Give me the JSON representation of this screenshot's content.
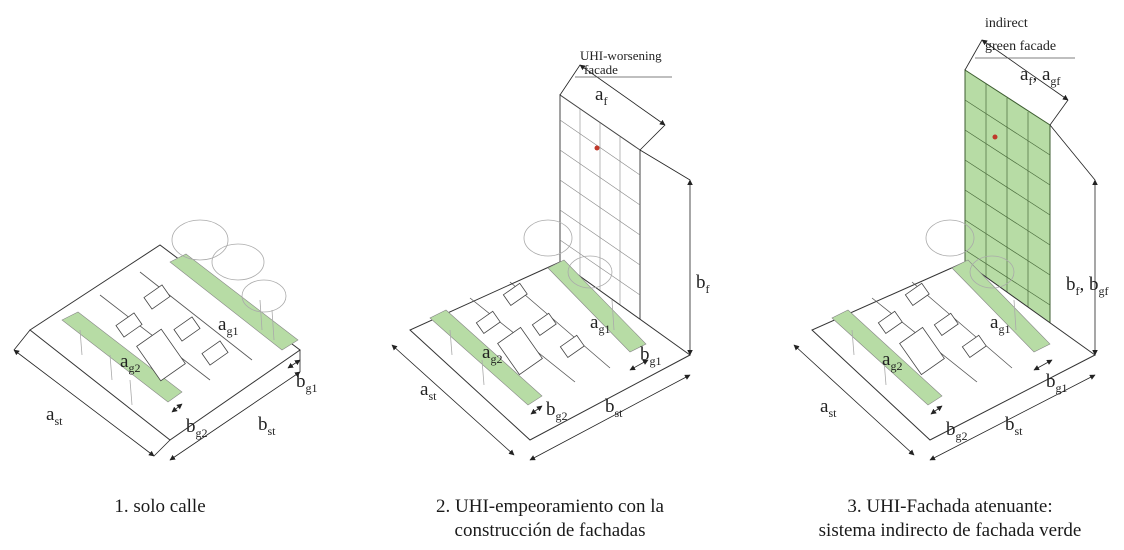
{
  "panels": [
    {
      "caption_line1": "1.  solo calle",
      "caption_line2": "",
      "labels": {
        "a_st": "a",
        "a_st_sub": "st",
        "b_st": "b",
        "b_st_sub": "st",
        "a_g1": "a",
        "a_g1_sub": "g1",
        "a_g2": "a",
        "a_g2_sub": "g2",
        "b_g1": "b",
        "b_g1_sub": "g1",
        "b_g2": "b",
        "b_g2_sub": "g2"
      }
    },
    {
      "caption_line1": "2. UHI-empeoramiento con la",
      "caption_line2": "construcción de fachadas",
      "facade_title_1": "UHI-worsening",
      "facade_title_2": "facade",
      "labels": {
        "a_st": "a",
        "a_st_sub": "st",
        "b_st": "b",
        "b_st_sub": "st",
        "a_g1": "a",
        "a_g1_sub": "g1",
        "a_g2": "a",
        "a_g2_sub": "g2",
        "b_g1": "b",
        "b_g1_sub": "g1",
        "b_g2": "b",
        "b_g2_sub": "g2",
        "a_f": "a",
        "a_f_sub": "f",
        "b_f": "b",
        "b_f_sub": "f"
      }
    },
    {
      "caption_line1": "3.  UHI-Fachada atenuante:",
      "caption_line2": "sistema indirecto de fachada verde",
      "facade_title_1": "indirect",
      "facade_title_2": "green facade",
      "labels": {
        "a_st": "a",
        "a_st_sub": "st",
        "b_st": "b",
        "b_st_sub": "st",
        "a_g1": "a",
        "a_g1_sub": "g1",
        "a_g2": "a",
        "a_g2_sub": "g2",
        "b_g1": "b",
        "b_g1_sub": "g1",
        "b_g2": "b",
        "b_g2_sub": "g2",
        "a_f": "a",
        "a_f_sub": "f",
        "a_gf_sep": ", a",
        "a_gf_sub": "gf",
        "b_f": "b",
        "b_f_sub": "f",
        "b_gf_sep": ", b",
        "b_gf_sub": "gf"
      }
    }
  ],
  "colors": {
    "green": "#b7dca5",
    "line": "#333333",
    "red_dot": "#c0392b"
  }
}
